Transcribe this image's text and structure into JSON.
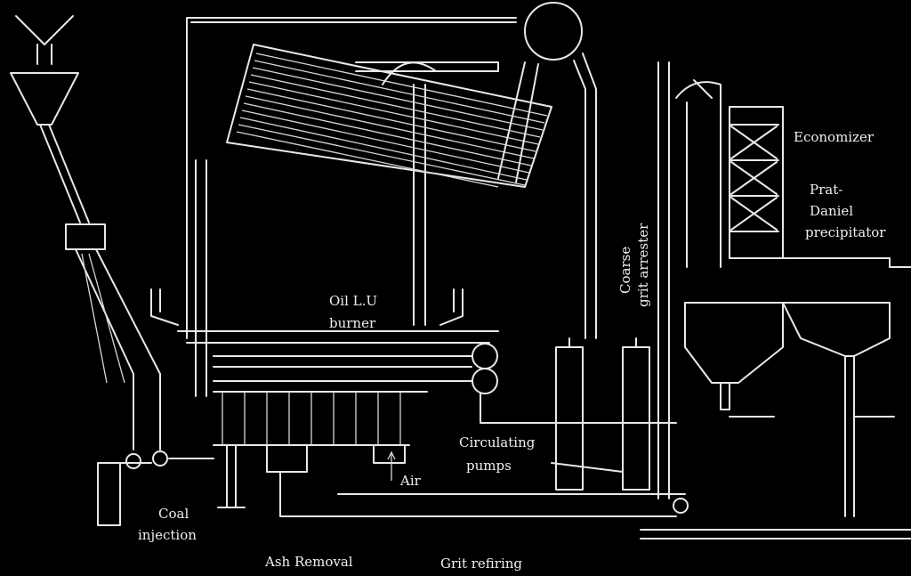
{
  "labels": {
    "economizer": "Economizer",
    "prat_daniel": "Prat-",
    "daniel": "Daniel",
    "precipitator": "precipitator",
    "coarse": "Coarse",
    "grit_arrester": "grit arrester",
    "oil_lu": "Oil L.U",
    "burner": "burner",
    "circulating": "Circulating",
    "pumps": "pumps",
    "air": "Air",
    "coal": "Coal",
    "injection": "injection",
    "ash_removal": "Ash Removal",
    "grit_refiring": "Grit refiring"
  },
  "colors": {
    "line": "#e8e8e8",
    "background": "#000000"
  }
}
